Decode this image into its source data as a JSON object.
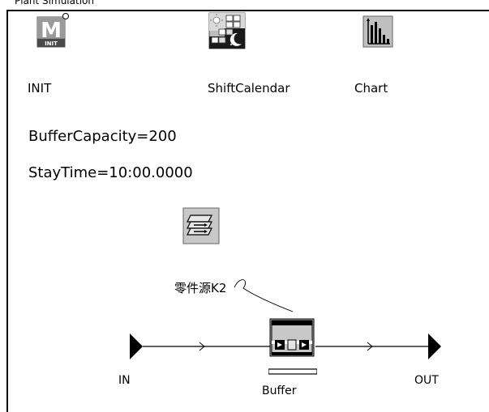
{
  "window": {
    "clipped_title": "Plant Simulation"
  },
  "objects": {
    "init": {
      "label": "INIT",
      "icon_text": "M",
      "icon_sub": "INIT",
      "icon": "method-init-icon"
    },
    "shift_calendar": {
      "label": "ShiftCalendar",
      "icon": "shift-calendar-icon"
    },
    "chart": {
      "label": "Chart",
      "icon": "chart-icon"
    },
    "source": {
      "label": "零件源K2",
      "icon": "source-icon"
    },
    "buffer": {
      "label": "Buffer",
      "icon": "buffer-icon"
    },
    "in_node": {
      "label": "IN",
      "icon": "entrance-connector-icon"
    },
    "out_node": {
      "label": "OUT",
      "icon": "exit-connector-icon"
    }
  },
  "parameters": {
    "buffer_capacity": "BufferCapacity=200",
    "stay_time": "StayTime=10:00.0000"
  },
  "colors": {
    "icon_gray": "#8c8c8c",
    "icon_dark": "#333333",
    "chart_bg": "#c0c0c0",
    "calendar_bg": "#1a1a1a",
    "line": "#000000"
  }
}
